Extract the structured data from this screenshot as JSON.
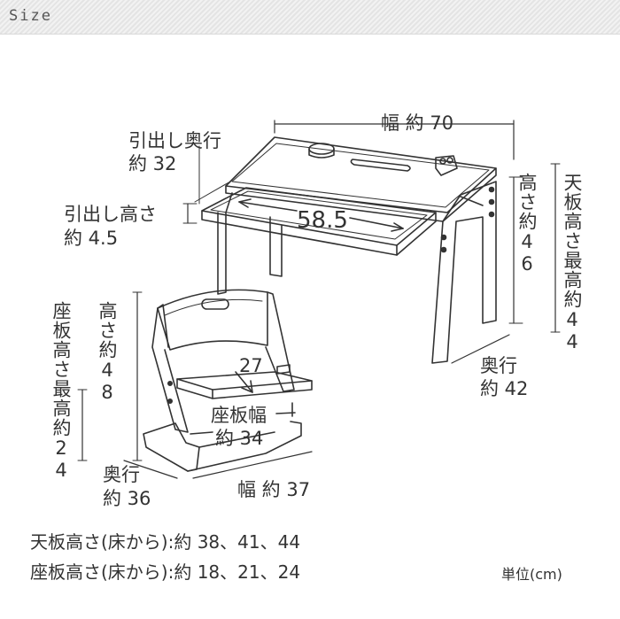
{
  "header": {
    "title": "Size"
  },
  "desk": {
    "width_label": "幅 約 70",
    "drawer_depth_line1": "引出し奥行",
    "drawer_depth_line2": "約 32",
    "drawer_height_line1": "引出し高さ",
    "drawer_height_line2": "約 4.5",
    "inner_width": "58.5",
    "height_label": "高さ約46",
    "top_height_label": "天板高さ最高約44",
    "depth_line1": "奥行",
    "depth_line2": "約 42"
  },
  "chair": {
    "height_label": "高さ約48",
    "seat_height_label": "座板高さ最高約24",
    "seat_depth": "27",
    "seat_width_line1": "座板幅",
    "seat_width_line2": "約 34",
    "depth_line1": "奥行",
    "depth_line2": "約 36",
    "width_label": "幅 約 37"
  },
  "notes": {
    "top_height": "天板高さ(床から):約 38、41、44",
    "seat_height": "座板高さ(床から):約 18、21、24",
    "unit": "単位(cm)"
  }
}
